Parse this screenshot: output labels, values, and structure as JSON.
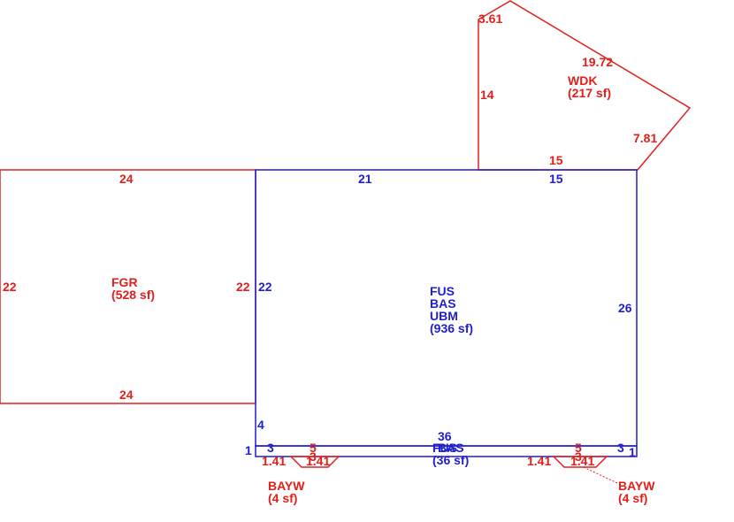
{
  "colors": {
    "red": "#e0201b",
    "blue": "#1f1fd0"
  },
  "areas": {
    "wdk": {
      "code": "WDK",
      "area": "(217 sf)"
    },
    "fgr": {
      "code": "FGR",
      "area": "(528 sf)"
    },
    "main": {
      "codes": [
        "FUS",
        "BAS",
        "UBM"
      ],
      "area": "(936 sf)"
    },
    "strip": {
      "codes": [
        "FUS",
        "BAS"
      ],
      "area": "(36 sf)"
    },
    "bay_left": {
      "code": "BAYW",
      "area": "(4 sf)"
    },
    "bay_right": {
      "code": "BAYW",
      "area": "(4 sf)"
    }
  },
  "dimensions": {
    "wdk": [
      "3.61",
      "19.72",
      "14",
      "7.81",
      "15"
    ],
    "fgr": [
      "24",
      "22",
      "22",
      "24"
    ],
    "main": [
      "21",
      "15",
      "22",
      "26",
      "4"
    ],
    "strip": [
      "36",
      "1",
      "3",
      "5",
      "5",
      "3",
      "1"
    ],
    "bay_left": [
      "1.41",
      "1.41",
      "3"
    ],
    "bay_right": [
      "1.41",
      "1.41",
      "3"
    ]
  }
}
